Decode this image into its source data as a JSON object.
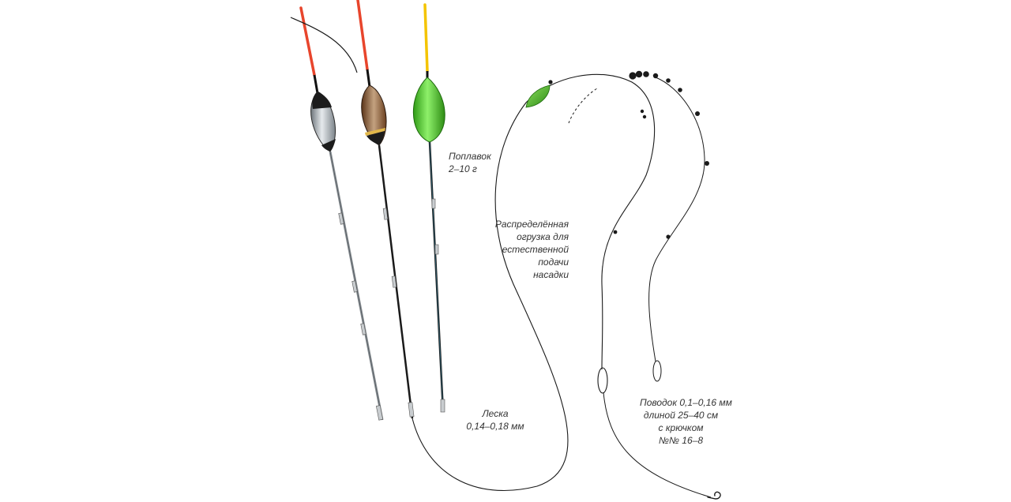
{
  "labels": {
    "float": [
      "Поплавок",
      "2–10 г"
    ],
    "weights": [
      "Распределённая",
      "огрузка для",
      "естественной",
      "подачи",
      "насадки"
    ],
    "line": [
      "Леска",
      "0,14–0,18 мм"
    ],
    "leader": [
      "Поводок 0,1–0,16 мм",
      "длиной 25–40 см",
      "с крючком",
      "№№ 16–8"
    ]
  },
  "colors": {
    "line": "#1a1a1a",
    "float_silver": "#b9bfc4",
    "float_bronze": "#8a5a34",
    "float_green": "#4ec62a",
    "tip_red": "#e8452c",
    "tip_yellow": "#f4c400",
    "text": "#333333"
  }
}
